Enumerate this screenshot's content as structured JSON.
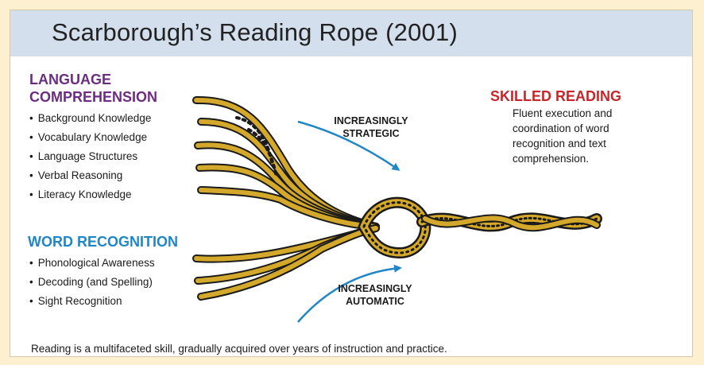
{
  "title": "Scarborough’s Reading Rope (2001)",
  "language": {
    "heading_line1": "LANGUAGE",
    "heading_line2": "COMPREHENSION",
    "items": [
      "Background Knowledge",
      "Vocabulary Knowledge",
      "Language Structures",
      "Verbal Reasoning",
      "Literacy Knowledge"
    ]
  },
  "word_recognition": {
    "heading": "WORD RECOGNITION",
    "items": [
      "Phonological Awareness",
      "Decoding (and Spelling)",
      "Sight Recognition"
    ]
  },
  "skilled_reading": {
    "heading": "SKILLED READING",
    "description": "Fluent execution and coordination of word recognition and text comprehension."
  },
  "arrows": {
    "strategic_line1": "INCREASINGLY",
    "strategic_line2": "STRATEGIC",
    "automatic_line1": "INCREASINGLY",
    "automatic_line2": "AUTOMATIC"
  },
  "caption": "Reading is a multifaceted skill, gradually acquired over years of instruction and practice.",
  "colors": {
    "background": "#fdf0d0",
    "title_bar": "#d3dfec",
    "language_heading": "#6b2d80",
    "word_heading": "#1f86c8",
    "skilled_heading": "#c8262b",
    "arrow": "#1f86c8",
    "rope_fill": "#d4a82a",
    "rope_outline": "#1a1a1a"
  }
}
